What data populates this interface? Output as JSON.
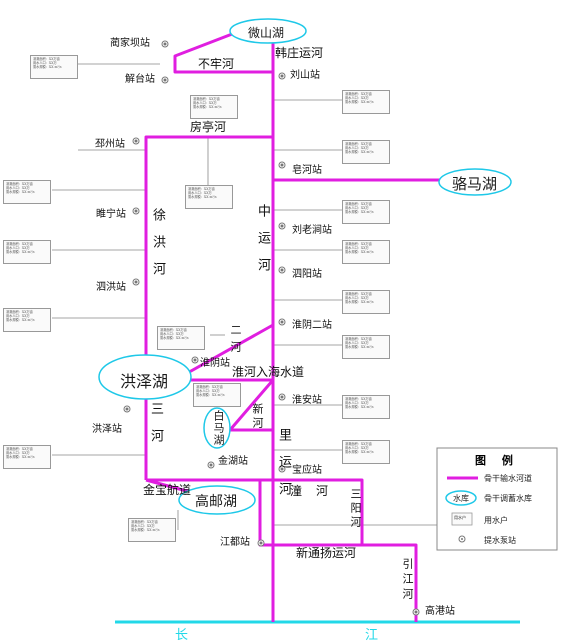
{
  "colors": {
    "canal": "#e01ee0",
    "lake_border": "#1ec8e8",
    "yangtze": "#22d8e8",
    "line": "#888888",
    "station": "#777777"
  },
  "lakes": [
    {
      "id": "weishan",
      "name": "微山湖"
    },
    {
      "id": "luoma",
      "name": "骆马湖"
    },
    {
      "id": "hongze",
      "name": "洪泽湖"
    },
    {
      "id": "baima",
      "name": "白马湖"
    },
    {
      "id": "gaoyou",
      "name": "高邮湖"
    }
  ],
  "stations": [
    {
      "id": "linjiaba",
      "name": "蔺家坝站"
    },
    {
      "id": "jietai",
      "name": "解台站"
    },
    {
      "id": "liushan",
      "name": "刘山站"
    },
    {
      "id": "pizhou",
      "name": "邳州站"
    },
    {
      "id": "zaohe",
      "name": "皂河站"
    },
    {
      "id": "suining",
      "name": "睢宁站"
    },
    {
      "id": "liulaojian",
      "name": "刘老涧站"
    },
    {
      "id": "sihong",
      "name": "泗洪站"
    },
    {
      "id": "siyang",
      "name": "泗阳站"
    },
    {
      "id": "huaiyin2",
      "name": "淮阴二站"
    },
    {
      "id": "huaiyin",
      "name": "淮阴站"
    },
    {
      "id": "hongze_st",
      "name": "洪泽站"
    },
    {
      "id": "huaian",
      "name": "淮安站"
    },
    {
      "id": "jinhu",
      "name": "金湖站"
    },
    {
      "id": "baoying",
      "name": "宝应站"
    },
    {
      "id": "jiangdu",
      "name": "江都站"
    },
    {
      "id": "gaogang",
      "name": "高港站"
    }
  ],
  "rivers": {
    "hanzhuang": "韩庄运河",
    "buqao": "不牢河",
    "fangting": "房亭河",
    "xuhong": "徐洪河",
    "zhongyun": "中运河",
    "er": "二河",
    "huaihe_sea": "淮河入海水道",
    "sanhe": "三河",
    "xinhe": "新河",
    "liyun": "里运河",
    "jinbao": "金宝航道",
    "tong": "潼河",
    "sanyang": "三阳河",
    "xintongyang": "新通扬运河",
    "yinjiang": "引江河",
    "chang": "长",
    "jiang": "江"
  },
  "demand_box": {
    "l1": "灌溉面积：XX万亩",
    "l2": "用水人口：XX万",
    "l3": "需水规模：XX m³/s"
  },
  "legend": {
    "title": "图 例",
    "canal": "骨干输水河道",
    "reservoir_icon": "水库",
    "reservoir": "骨干调蓄水库",
    "user_icon": "用水户",
    "user": "用水户",
    "pump": "提水泵站"
  }
}
